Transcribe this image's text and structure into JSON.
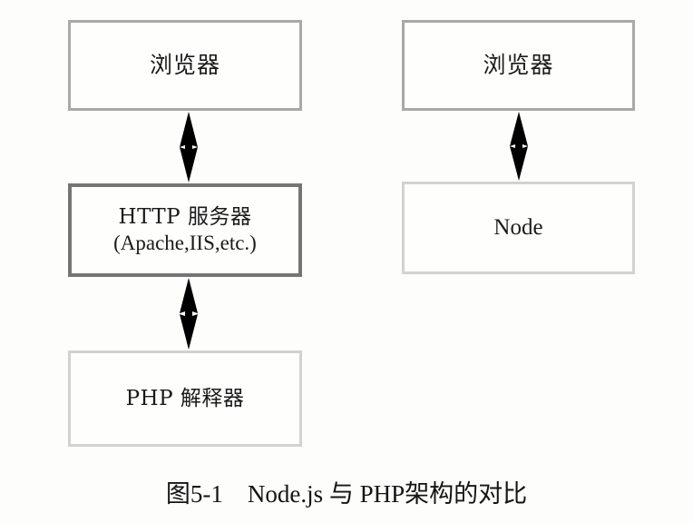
{
  "figure": {
    "caption": "图5-1　Node.js 与 PHP架构的对比",
    "background_color": "#fdfdfc"
  },
  "stacks": {
    "php_stack": {
      "name": "PHP architecture",
      "boxes": [
        {
          "id": "php-browser",
          "label": "浏览器",
          "border_color": "#a9a9a9",
          "border_weight": "medium"
        },
        {
          "id": "http-server",
          "label": "HTTP 服务器",
          "sublabel": "(Apache,IIS,etc.)",
          "border_color": "#757575",
          "border_weight": "heavy"
        },
        {
          "id": "php-interpreter",
          "label": "PHP 解释器",
          "border_color": "#d2d2cf",
          "border_weight": "light"
        }
      ],
      "connectors": [
        {
          "id": "php-conn-1",
          "from": "php-browser",
          "to": "http-server",
          "style": "double-headed-arrow",
          "color": "#000000"
        },
        {
          "id": "php-conn-2",
          "from": "http-server",
          "to": "php-interpreter",
          "style": "double-headed-arrow",
          "color": "#000000"
        }
      ]
    },
    "node_stack": {
      "name": "Node.js architecture",
      "boxes": [
        {
          "id": "node-browser",
          "label": "浏览器",
          "border_color": "#a9a9a9",
          "border_weight": "medium"
        },
        {
          "id": "node-runtime",
          "label": "Node",
          "border_color": "#d2d2cf",
          "border_weight": "light"
        }
      ],
      "connectors": [
        {
          "id": "node-conn-1",
          "from": "node-browser",
          "to": "node-runtime",
          "style": "double-headed-arrow",
          "color": "#000000"
        }
      ]
    }
  }
}
